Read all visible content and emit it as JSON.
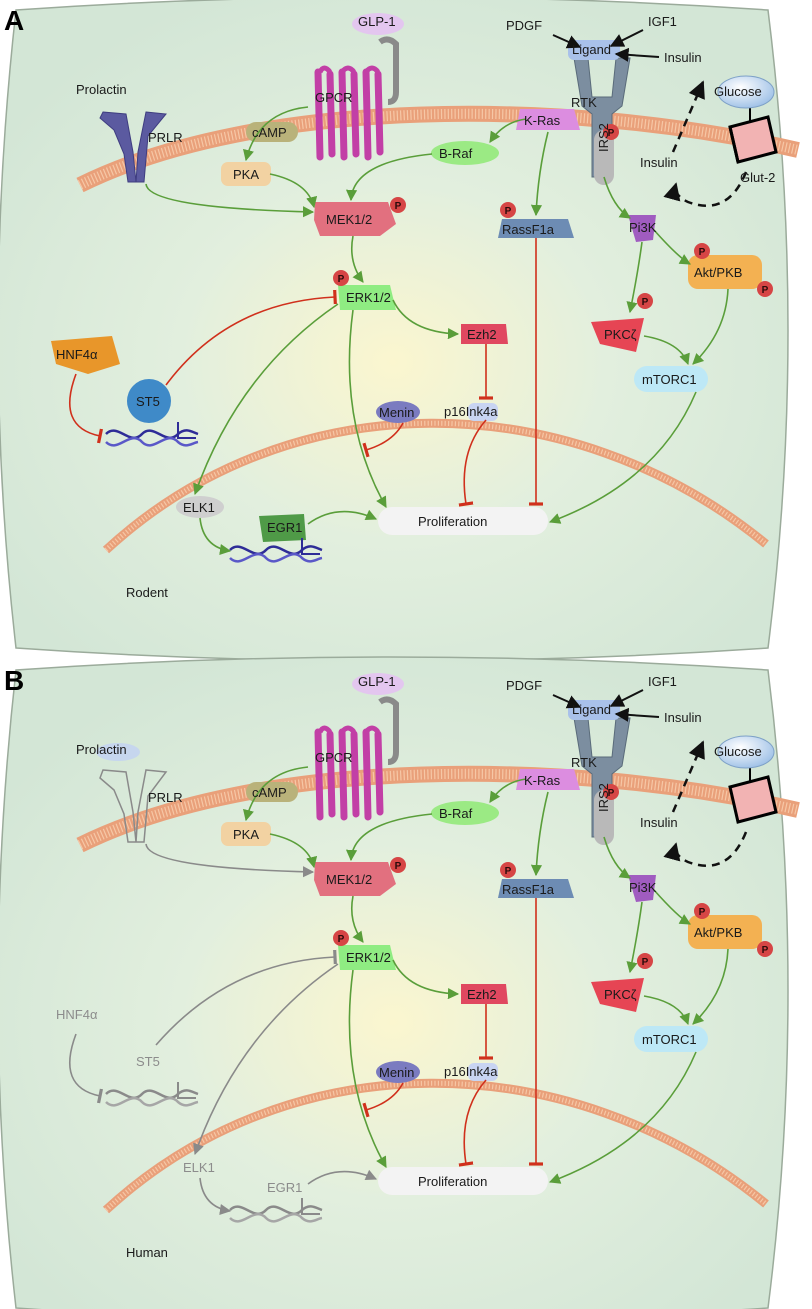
{
  "panels": [
    {
      "letter": "A",
      "species": "Rodent",
      "labels": {
        "glp1": "GLP-1",
        "pdgf": "PDGF",
        "igf1": "IGF1",
        "ligand": "Ligand",
        "insulin_top": "Insulin",
        "prolactin": "Prolactin",
        "gpcr": "GPCR",
        "rtk": "RTK",
        "glucose": "Glucose",
        "prlr": "PRLR",
        "kras": "K-Ras",
        "camp": "cAMP",
        "irs2": "IRS2",
        "insulin_mid": "Insulin",
        "glut2": "Glut-2",
        "braf": "B-Raf",
        "pka": "PKA",
        "mek": "MEK1/2",
        "rassf1a": "RassF1a",
        "pi3k": "Pi3K",
        "akt": "Akt/PKB",
        "erk": "ERK1/2",
        "ezh2": "Ezh2",
        "pkcz": "PKCζ",
        "hnf4a": "HNF4α",
        "st5": "ST5",
        "mtorc1": "mTORC1",
        "menin": "Menin",
        "p16": "p16Ink4a",
        "elk1": "ELK1",
        "egr1": "EGR1",
        "proliferation": "Proliferation"
      }
    },
    {
      "letter": "B",
      "species": "Human",
      "labels": {
        "glp1": "GLP-1",
        "pdgf": "PDGF",
        "igf1": "IGF1",
        "ligand": "Ligand",
        "insulin_top": "Insulin",
        "prolactin": "Prolactin",
        "gpcr": "GPCR",
        "rtk": "RTK",
        "glucose": "Glucose",
        "prlr": "PRLR",
        "kras": "K-Ras",
        "camp": "cAMP",
        "irs2": "IRS2",
        "insulin_mid": "Insulin",
        "glut2": "",
        "braf": "B-Raf",
        "pka": "PKA",
        "mek": "MEK1/2",
        "rassf1a": "RassF1a",
        "pi3k": "Pi3K",
        "akt": "Akt/PKB",
        "erk": "ERK1/2",
        "ezh2": "Ezh2",
        "pkcz": "PKCζ",
        "hnf4a": "HNF4α",
        "st5": "ST5",
        "mtorc1": "mTORC1",
        "menin": "Menin",
        "p16": "p16Ink4a",
        "elk1": "ELK1",
        "egr1": "EGR1",
        "proliferation": "Proliferation"
      }
    }
  ],
  "phospho_label": "P",
  "colors": {
    "activation": "#5a9e3a",
    "inhibition": "#d0301c",
    "inactive": "#8a8a8a",
    "membrane": "#e9a07a",
    "cell_fill": "#dfeede"
  }
}
